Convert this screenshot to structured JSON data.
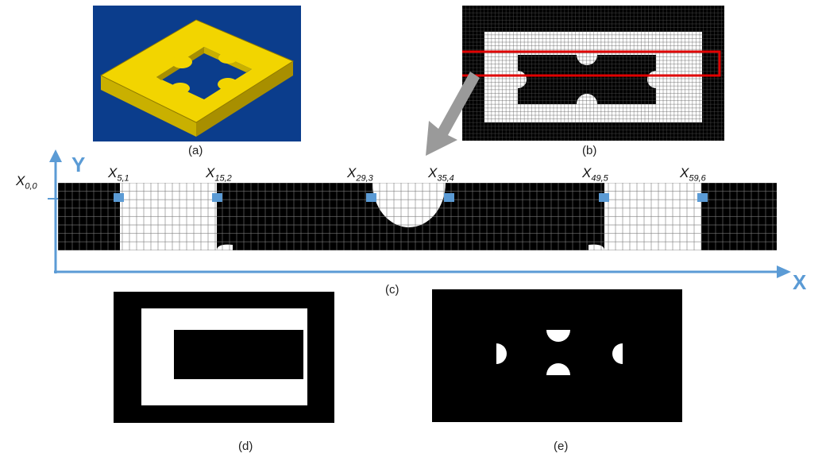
{
  "colors": {
    "panel_a_background": "#0b3d8c",
    "part_yellow": "#f2d500",
    "part_yellow_dark": "#b59c00",
    "highlight_red": "#e00000",
    "arrow_gray": "#9a9a9a",
    "axis_blue": "#5b9bd5",
    "marker_blue": "#5b9bd5",
    "grid_black": "#000000",
    "grid_white": "#ffffff"
  },
  "captions": {
    "a": "(a)",
    "b": "(b)",
    "c": "(c)",
    "d": "(d)",
    "e": "(e)"
  },
  "axis": {
    "x_label": "X",
    "y_label": "Y",
    "origin_label": "X",
    "origin_sub": "0,0"
  },
  "strip_labels": [
    {
      "main": "X",
      "sub": "5,1"
    },
    {
      "main": "X",
      "sub": "15,2"
    },
    {
      "main": "X",
      "sub": "29,3"
    },
    {
      "main": "X",
      "sub": "35,4"
    },
    {
      "main": "X",
      "sub": "49,5"
    },
    {
      "main": "X",
      "sub": "59,6"
    }
  ],
  "icons": {
    "panel_a": "3d-part-render",
    "panel_b": "voxel-grid-slice",
    "arrow": "down-left-arrow",
    "panel_d": "outer-frame-mask",
    "panel_e": "semicircle-notch-mask"
  }
}
